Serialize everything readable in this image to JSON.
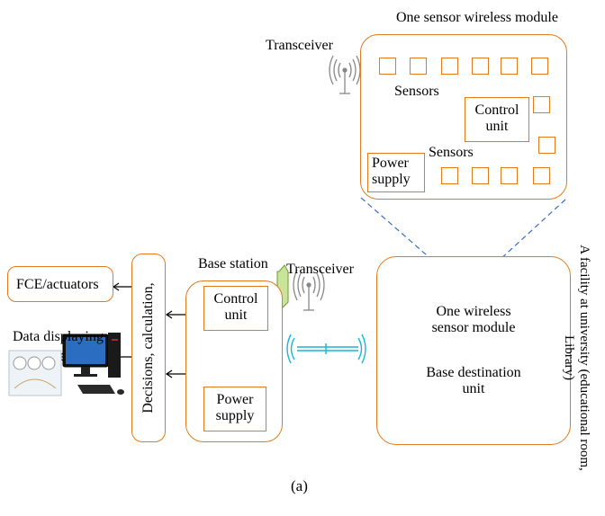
{
  "module": {
    "title": "One sensor wireless module",
    "transceiver": "Transceiver",
    "sensors_top": "Sensors",
    "sensors_bottom": "Sensors",
    "control_unit": "Control unit",
    "power_supply": "Power supply"
  },
  "base_station": {
    "title": "Base station",
    "transceiver": "Transceiver",
    "control_unit": "Control unit",
    "power_supply": "Power supply"
  },
  "decisions": "Decisions, calculation,",
  "outputs": {
    "fce": "FCE/actuators",
    "data_display": "Data displaying"
  },
  "facility": {
    "label": "A facility at university (educational room, Library)",
    "one_module": "One wireless sensor module",
    "base_destination": "Base destination unit"
  },
  "caption": "(a)",
  "colors": {
    "border": "#e07b1f",
    "link": "#17b6d8",
    "node": "#5b8fd0",
    "dash": "#3a6fc0"
  }
}
